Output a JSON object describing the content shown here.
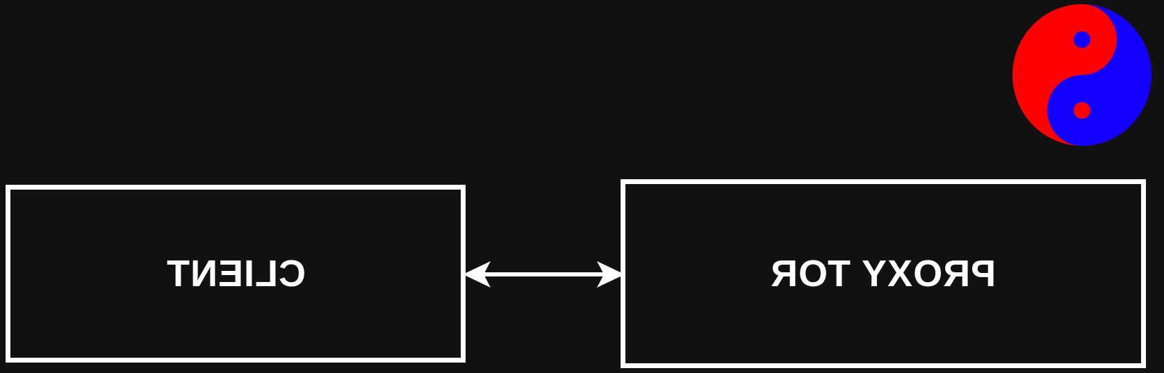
{
  "diagram": {
    "nodes": [
      {
        "id": "client",
        "label": "CLIENT",
        "text_mirrored": true
      },
      {
        "id": "proxy",
        "label": "PROXY TOR",
        "text_mirrored": true
      }
    ],
    "edges": [
      {
        "from": "client",
        "to": "proxy",
        "direction": "bidirectional"
      }
    ],
    "logo": {
      "icon": "yin-yang-icon",
      "colors": [
        "#ff0000",
        "#1100ff"
      ]
    }
  },
  "colors": {
    "background": "#111111",
    "stroke": "#ffffff",
    "text": "#ffffff"
  }
}
